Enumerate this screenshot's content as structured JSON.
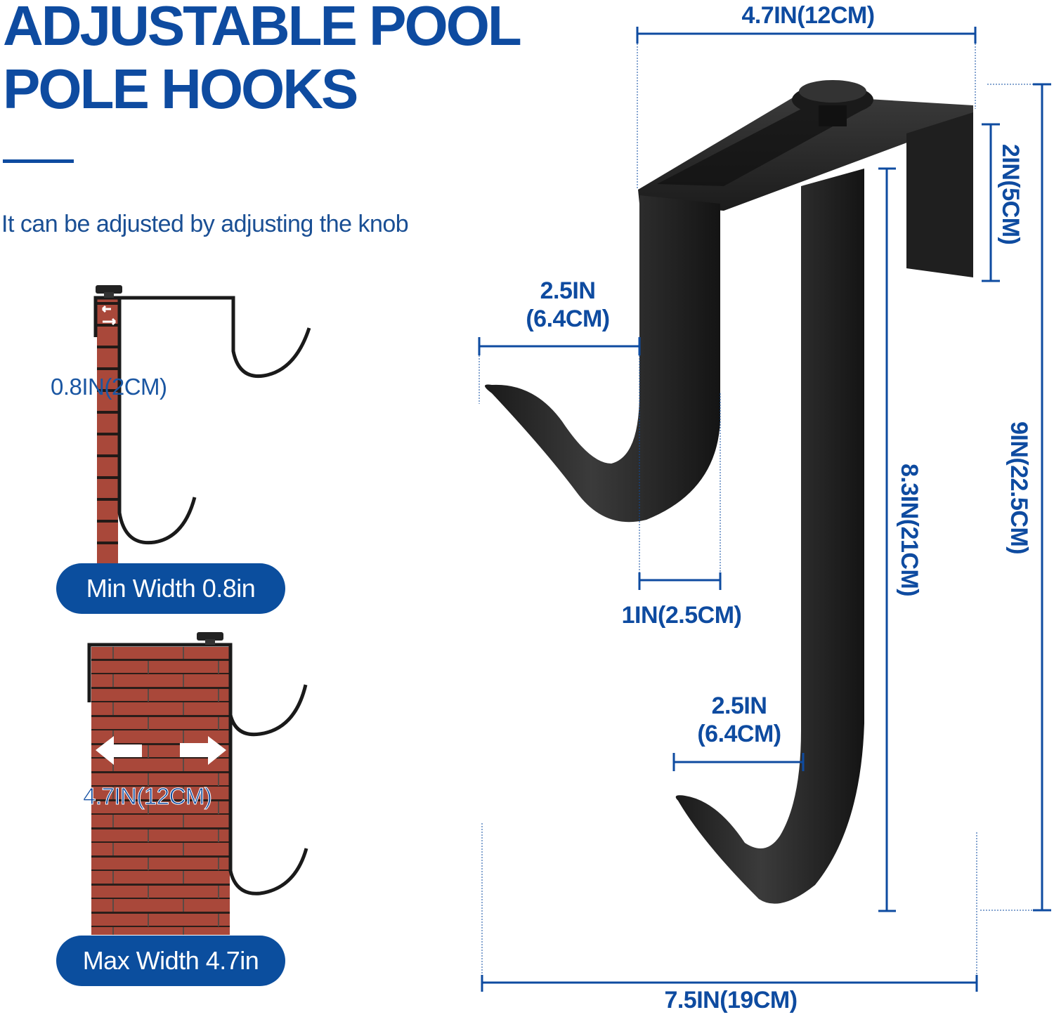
{
  "header": {
    "title_line1": "ADJUSTABLE POOL",
    "title_line2": "POLE HOOKS",
    "subtitle": "It can be adjusted by adjusting the knob"
  },
  "colors": {
    "brand_blue": "#0e4ba0",
    "pill_blue": "#0b4e9e",
    "hook_black": "#1c1c1c",
    "brick_red": "#a4493a"
  },
  "min_width_panel": {
    "dimension_label": "0.8IN(2CM)",
    "badge": "Min Width 0.8in"
  },
  "max_width_panel": {
    "dimension_label": "4.7IN(12CM)",
    "badge": "Max Width 4.7in"
  },
  "product_dimensions": {
    "top_width": "4.7IN(12CM)",
    "clip_depth": "2IN(5CM)",
    "upper_hook_width_line1": "2.5IN",
    "upper_hook_width_line2": "(6.4CM)",
    "strap_width": "1IN(2.5CM)",
    "lower_hook_width_line1": "2.5IN",
    "lower_hook_width_line2": "(6.4CM)",
    "arm_length": "8.3IN(21CM)",
    "total_height": "9IN(22.5CM)",
    "total_width": "7.5IN(19CM)"
  }
}
